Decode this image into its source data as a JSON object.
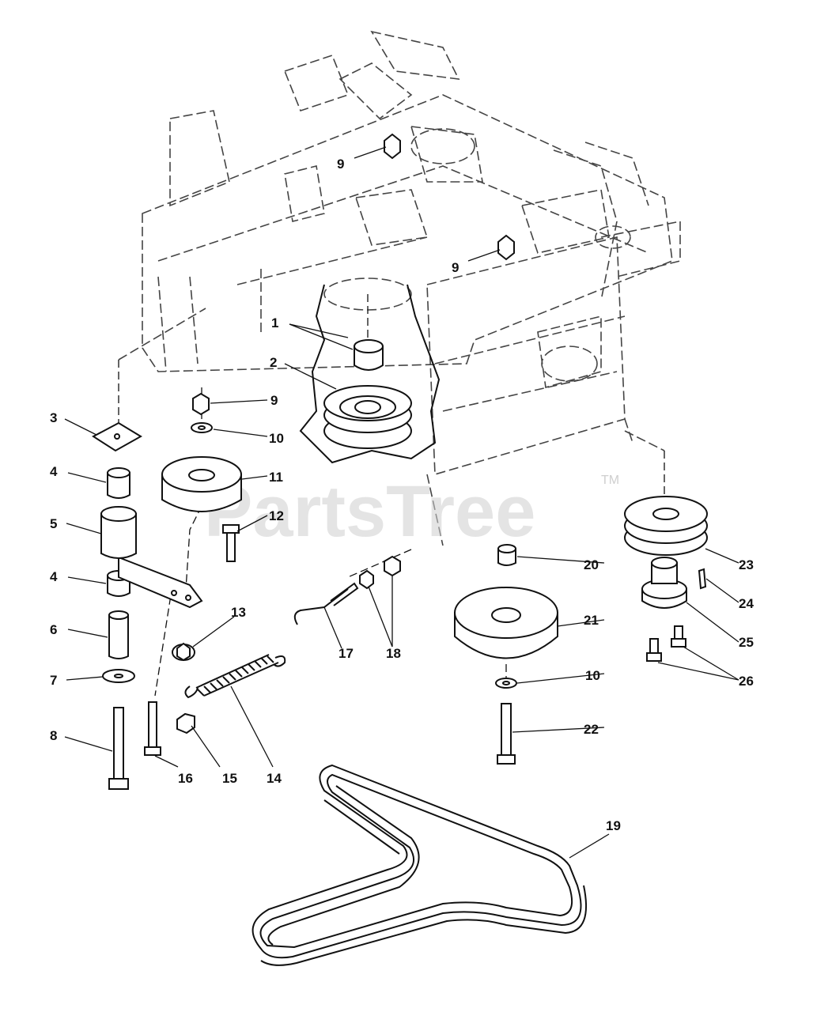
{
  "watermark": {
    "text": "PartsTree",
    "trademark": "TM"
  },
  "callouts": [
    "1",
    "2",
    "3",
    "4",
    "4",
    "5",
    "6",
    "7",
    "8",
    "9",
    "9",
    "9",
    "10",
    "10",
    "11",
    "12",
    "13",
    "14",
    "15",
    "16",
    "17",
    "18",
    "19",
    "20",
    "21",
    "22",
    "23",
    "24",
    "25",
    "26"
  ]
}
